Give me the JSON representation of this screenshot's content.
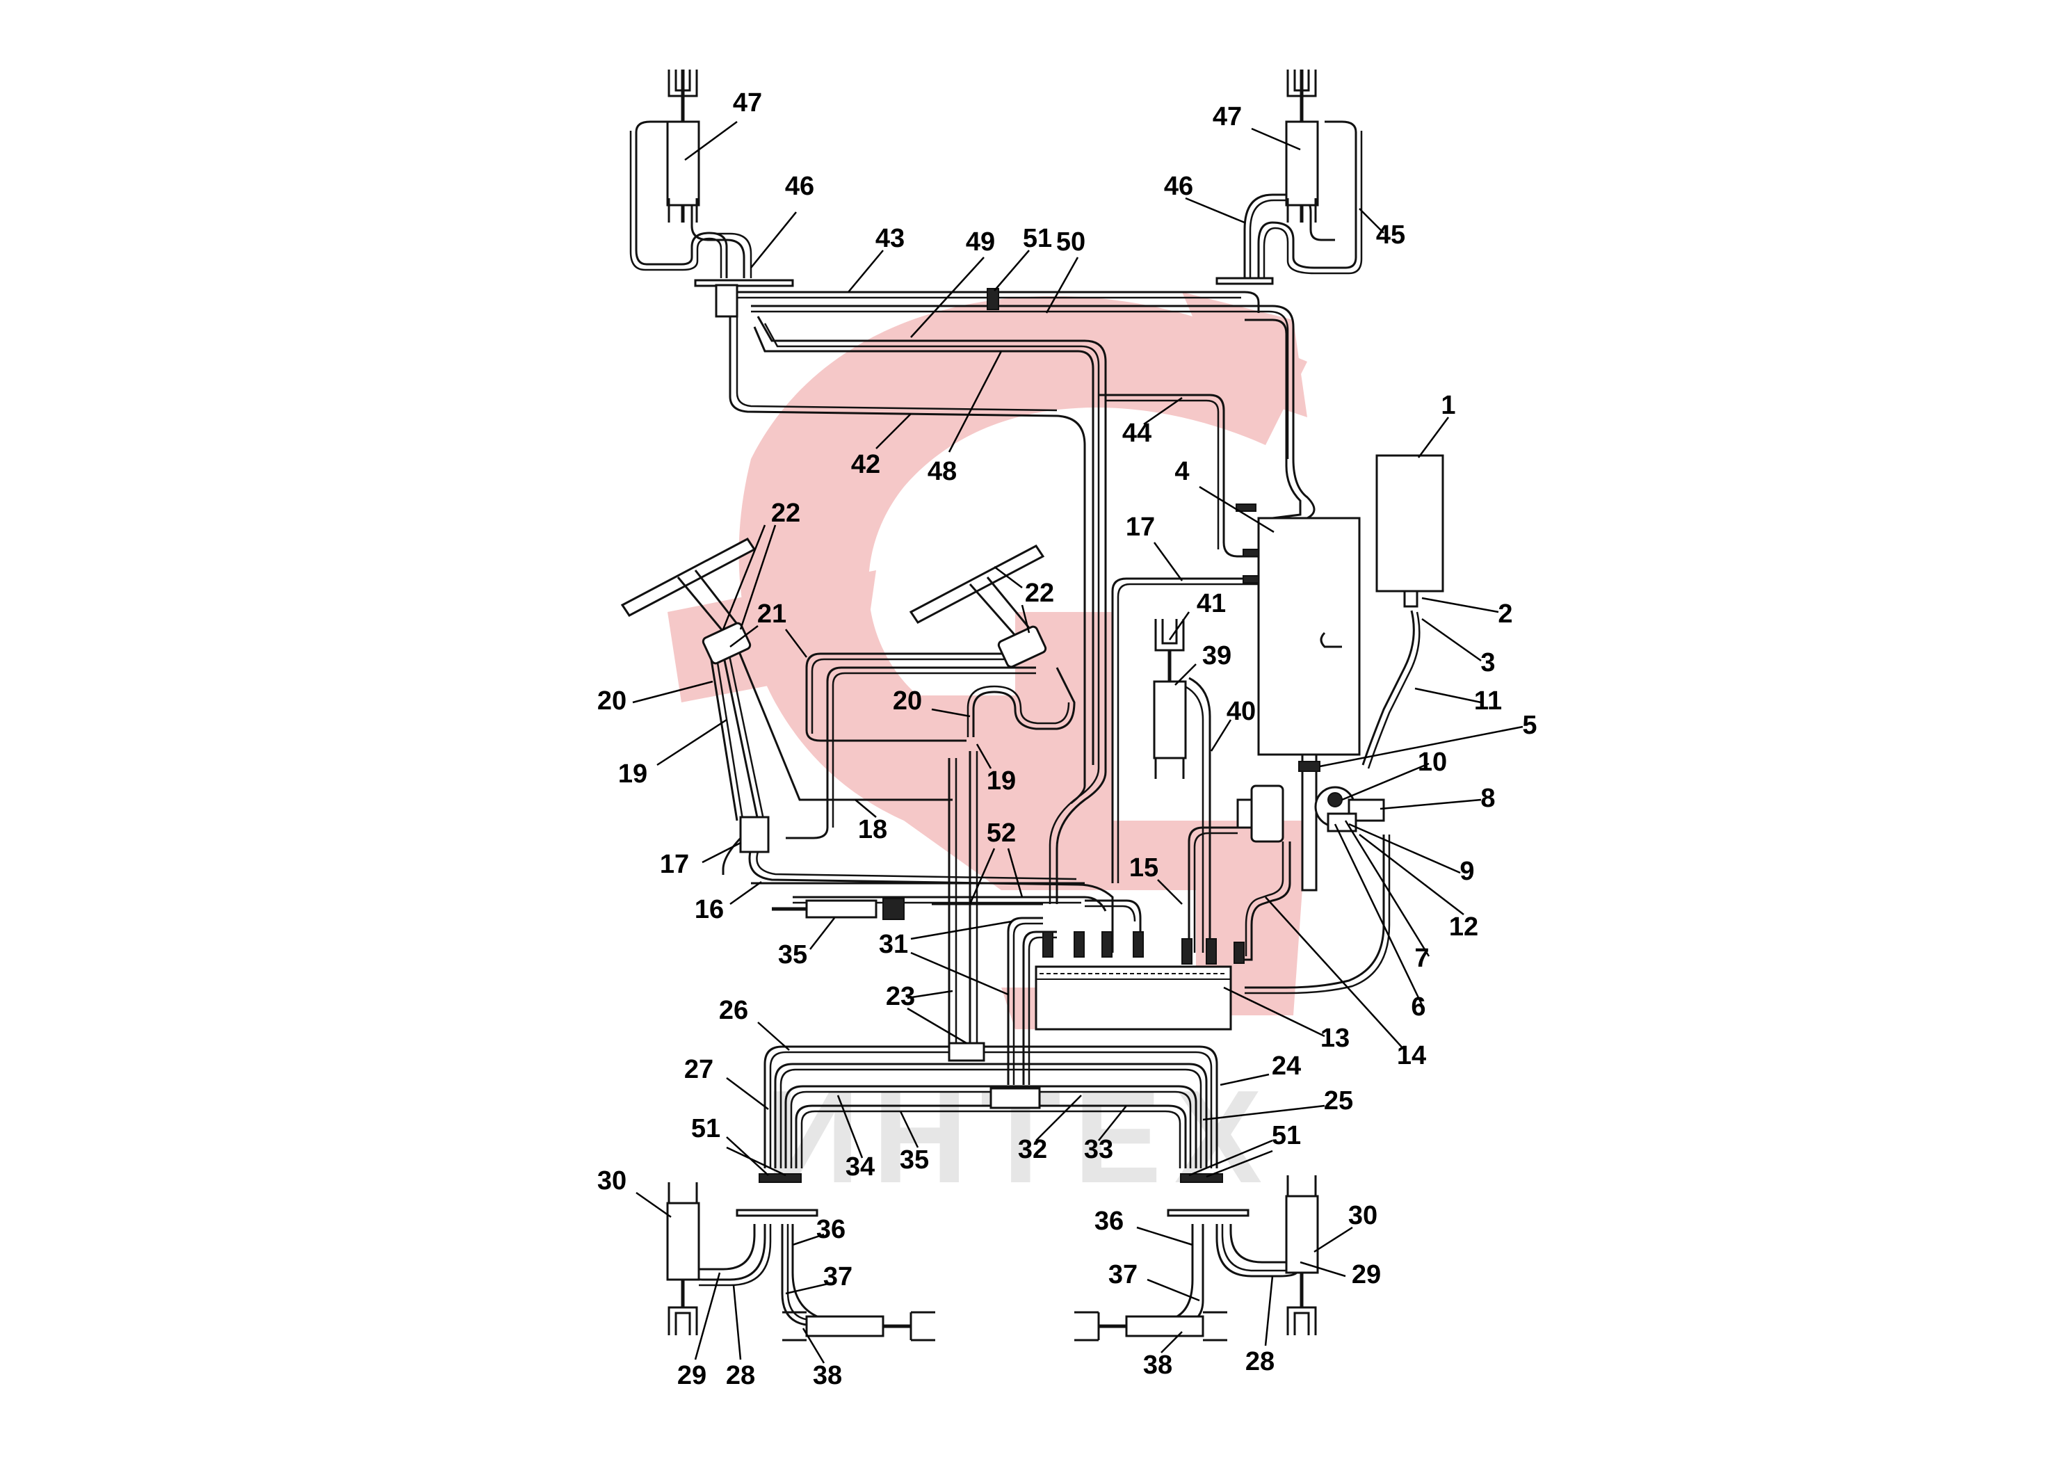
{
  "diagram": {
    "watermark": {
      "color": "#f5c8c8",
      "text_color": "#e6e6e6",
      "text": "ИНТЕХ"
    },
    "callouts": [
      {
        "id": "1",
        "text": "1"
      },
      {
        "id": "2",
        "text": "2"
      },
      {
        "id": "3",
        "text": "3"
      },
      {
        "id": "4",
        "text": "4"
      },
      {
        "id": "5",
        "text": "5"
      },
      {
        "id": "6",
        "text": "6"
      },
      {
        "id": "7",
        "text": "7"
      },
      {
        "id": "8",
        "text": "8"
      },
      {
        "id": "9",
        "text": "9"
      },
      {
        "id": "10",
        "text": "10"
      },
      {
        "id": "11",
        "text": "11"
      },
      {
        "id": "12",
        "text": "12"
      },
      {
        "id": "13",
        "text": "13"
      },
      {
        "id": "14",
        "text": "14"
      },
      {
        "id": "15",
        "text": "15"
      },
      {
        "id": "16",
        "text": "16"
      },
      {
        "id": "17a",
        "text": "17"
      },
      {
        "id": "17b",
        "text": "17"
      },
      {
        "id": "18",
        "text": "18"
      },
      {
        "id": "19a",
        "text": "19"
      },
      {
        "id": "19b",
        "text": "19"
      },
      {
        "id": "20a",
        "text": "20"
      },
      {
        "id": "20b",
        "text": "20"
      },
      {
        "id": "21",
        "text": "21"
      },
      {
        "id": "22a",
        "text": "22"
      },
      {
        "id": "22b",
        "text": "22"
      },
      {
        "id": "23",
        "text": "23"
      },
      {
        "id": "24",
        "text": "24"
      },
      {
        "id": "25",
        "text": "25"
      },
      {
        "id": "26",
        "text": "26"
      },
      {
        "id": "27",
        "text": "27"
      },
      {
        "id": "28a",
        "text": "28"
      },
      {
        "id": "28b",
        "text": "28"
      },
      {
        "id": "29a",
        "text": "29"
      },
      {
        "id": "29b",
        "text": "29"
      },
      {
        "id": "30a",
        "text": "30"
      },
      {
        "id": "30b",
        "text": "30"
      },
      {
        "id": "31",
        "text": "31"
      },
      {
        "id": "32",
        "text": "32"
      },
      {
        "id": "33",
        "text": "33"
      },
      {
        "id": "34",
        "text": "34"
      },
      {
        "id": "35a",
        "text": "35"
      },
      {
        "id": "35b",
        "text": "35"
      },
      {
        "id": "36a",
        "text": "36"
      },
      {
        "id": "36b",
        "text": "36"
      },
      {
        "id": "37a",
        "text": "37"
      },
      {
        "id": "37b",
        "text": "37"
      },
      {
        "id": "38a",
        "text": "38"
      },
      {
        "id": "38b",
        "text": "38"
      },
      {
        "id": "39",
        "text": "39"
      },
      {
        "id": "40",
        "text": "40"
      },
      {
        "id": "41",
        "text": "41"
      },
      {
        "id": "42",
        "text": "42"
      },
      {
        "id": "43",
        "text": "43"
      },
      {
        "id": "44",
        "text": "44"
      },
      {
        "id": "45",
        "text": "45"
      },
      {
        "id": "46a",
        "text": "46"
      },
      {
        "id": "46b",
        "text": "46"
      },
      {
        "id": "47a",
        "text": "47"
      },
      {
        "id": "47b",
        "text": "47"
      },
      {
        "id": "48",
        "text": "48"
      },
      {
        "id": "49",
        "text": "49"
      },
      {
        "id": "50",
        "text": "50"
      },
      {
        "id": "51a",
        "text": "51"
      },
      {
        "id": "51b",
        "text": "51"
      },
      {
        "id": "51c",
        "text": "51"
      },
      {
        "id": "52",
        "text": "52"
      }
    ]
  }
}
